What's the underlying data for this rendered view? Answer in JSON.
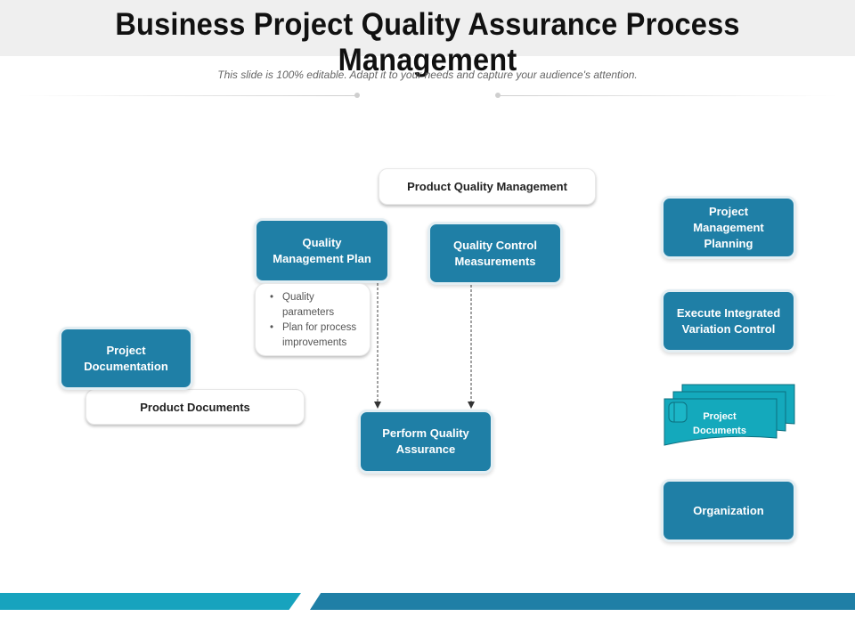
{
  "header": {
    "title": "Business Project Quality Assurance Process Management",
    "subtitle": "This slide is 100% editable. Adapt it to your needs and capture your audience's attention."
  },
  "diagram": {
    "product_quality_management": "Product Quality Management",
    "quality_management_plan": "Quality Management Plan",
    "quality_control_measurements": "Quality Control Measurements",
    "bullets": [
      "Quality parameters",
      "Plan for process improvements"
    ],
    "project_documentation": "Project Documentation",
    "product_documents": "Product Documents",
    "perform_quality_assurance": "Perform Quality Assurance",
    "project_management_planning": "Project Management Planning",
    "execute_integrated_variation_control": "Execute Integrated Variation Control",
    "project_documents": "Project Documents",
    "organization": "Organization"
  },
  "colors": {
    "box_primary": "#1f7fa6",
    "docs_fill": "#14a9bc",
    "footer_light": "#17a3be",
    "footer_dark": "#1f7fa6"
  }
}
